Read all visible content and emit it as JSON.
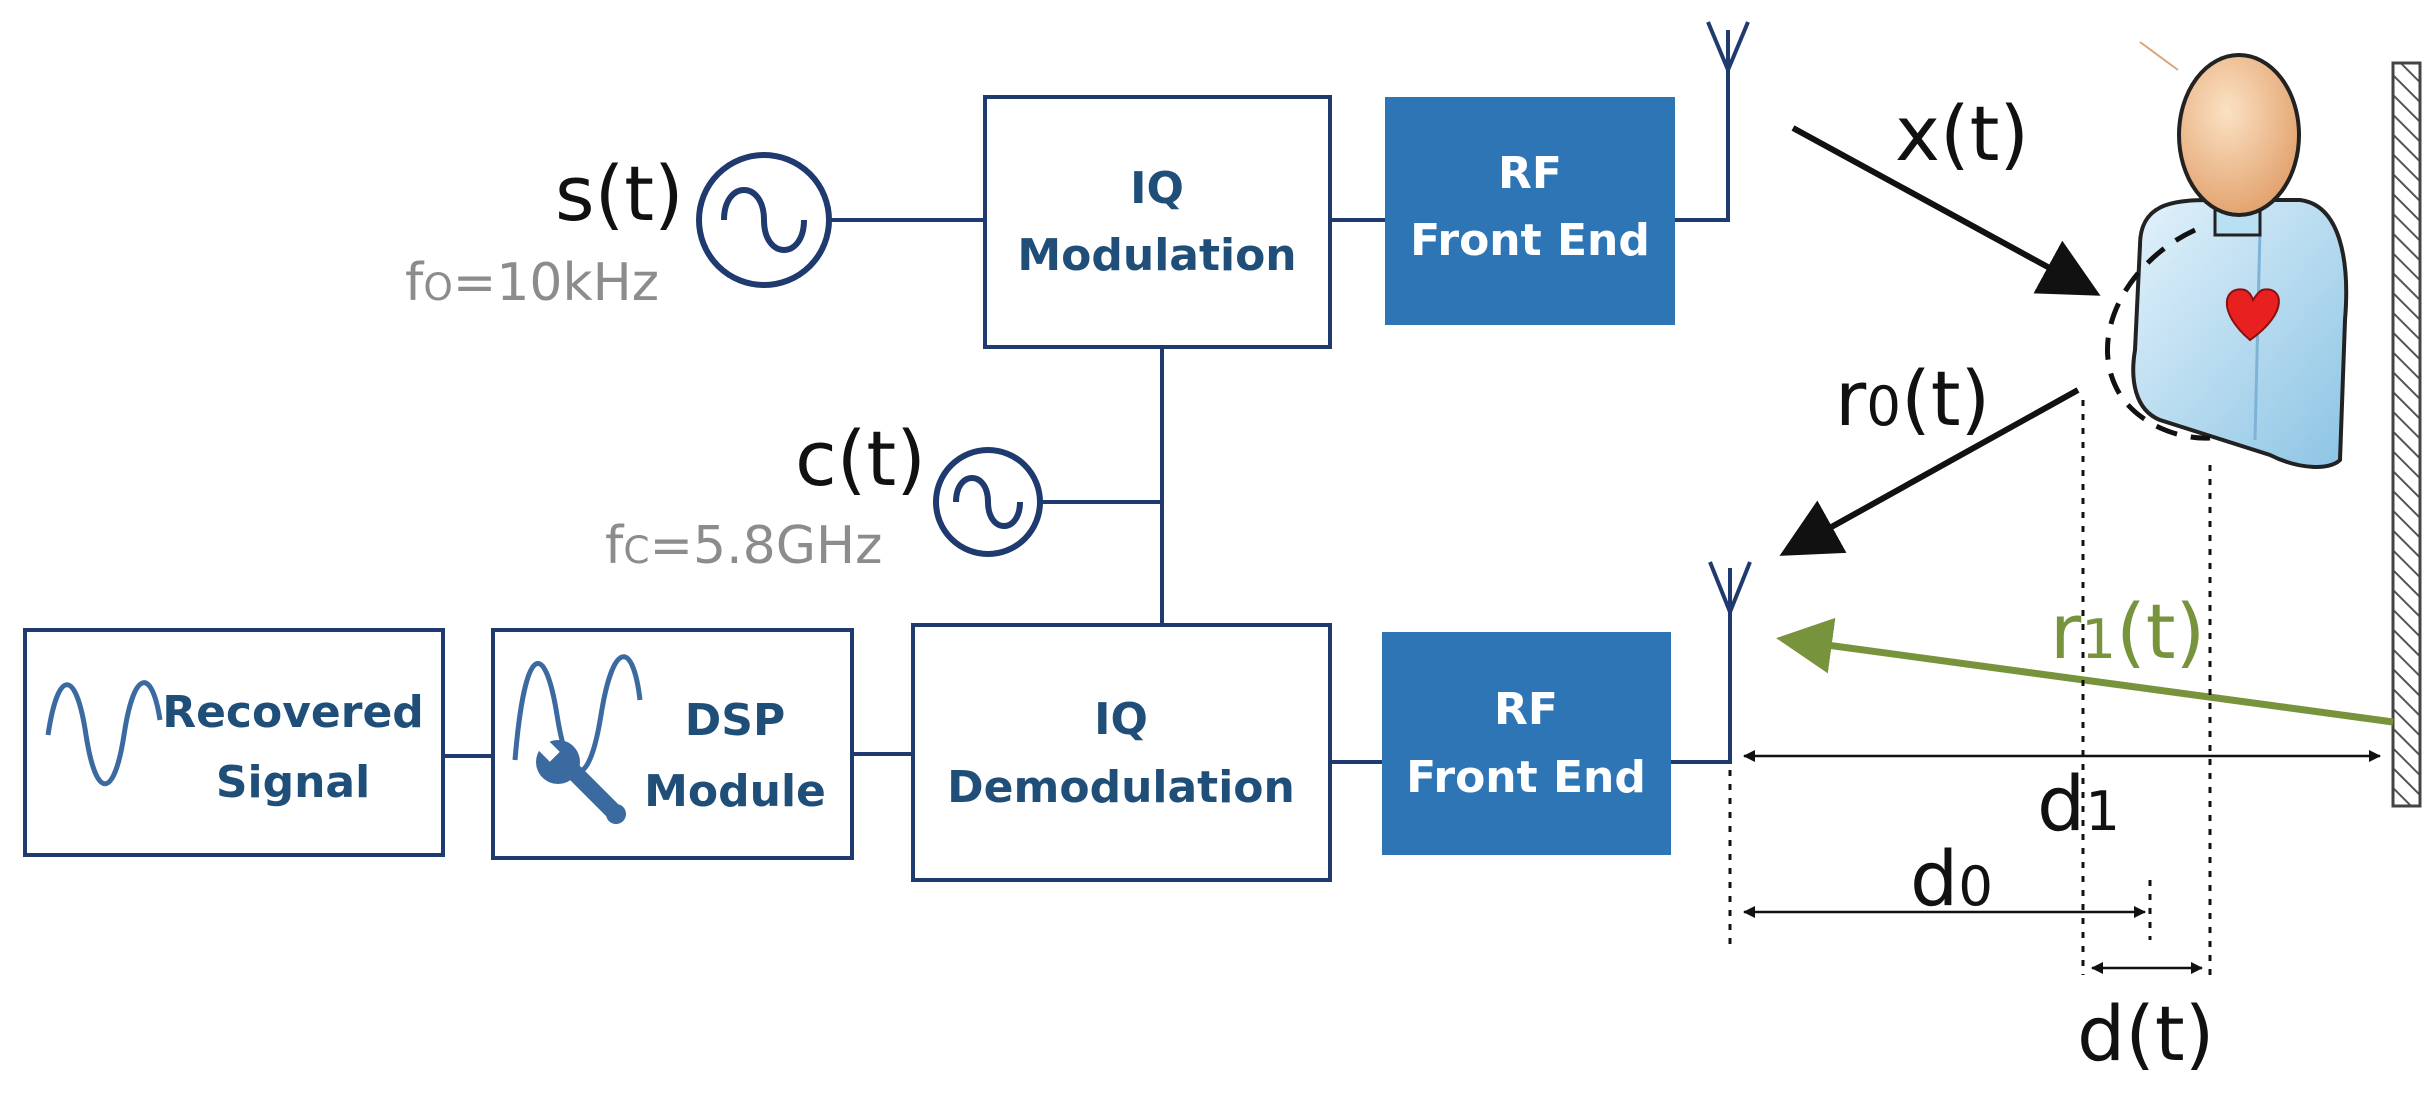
{
  "blocks": {
    "iq_mod": [
      "IQ",
      "Modulation"
    ],
    "rf_tx": [
      "RF",
      "Front End"
    ],
    "iq_demod": [
      "IQ",
      "Demodulation"
    ],
    "rf_rx": [
      "RF",
      "Front End"
    ],
    "dsp": [
      "DSP",
      "Module"
    ],
    "recovered": [
      "Recovered",
      "Signal"
    ]
  },
  "sources": {
    "s": {
      "name": "s(t)",
      "freq_main": "f",
      "freq_sub": "O",
      "freq_rest": "=10kHz"
    },
    "c": {
      "name": "c(t)",
      "freq_main": "f",
      "freq_sub": "C",
      "freq_rest": "=5.8GHz"
    }
  },
  "signals": {
    "x": "x(t)",
    "r0_main": "r",
    "r0_sub": "0",
    "r0_rest": "(t)",
    "r1_main": "r",
    "r1_sub": "1",
    "r1_rest": "(t)"
  },
  "distances": {
    "d1_main": "d",
    "d1_sub": "1",
    "d0_main": "d",
    "d0_sub": "0",
    "dt": "d(t)"
  },
  "colors": {
    "line": "#1f3a6e",
    "box_fill": "#2e75b6",
    "label_dark": "#1f4e79",
    "reflection": "#77933c"
  }
}
